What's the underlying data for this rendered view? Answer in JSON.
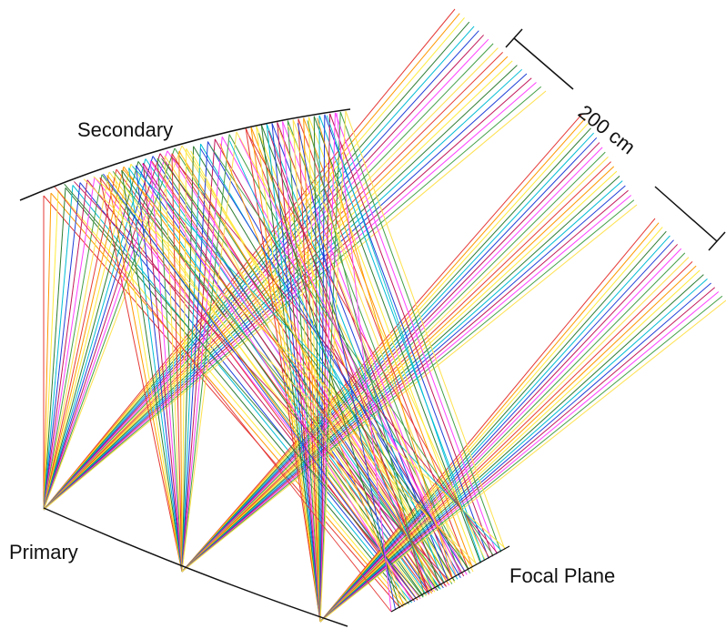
{
  "labels": {
    "secondary": "Secondary",
    "primary": "Primary",
    "focal_plane": "Focal Plane",
    "scale": "200 cm"
  },
  "colors": {
    "rays": [
      "#e53935",
      "#ff9800",
      "#ffeb3b",
      "#2e7d32",
      "#00bcd4",
      "#1e3fd8",
      "#c2185b",
      "#ff40ff",
      "#43a047",
      "#ffe14d"
    ],
    "mirror": "#111111",
    "scale_bar": "#111111"
  }
}
